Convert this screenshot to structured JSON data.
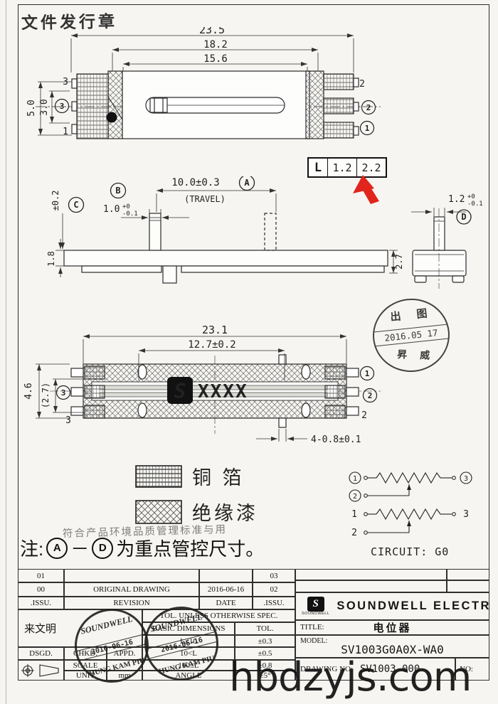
{
  "page": {
    "issue_stamp": "文件发行章",
    "watermark": "hbdzyjs.com"
  },
  "top_view": {
    "dim_overall": "23.5",
    "dim_mid": "18.2",
    "dim_inner": "15.6",
    "dim_height": "5.0",
    "dim_pin_pitch": "3.0",
    "pin_left_top": "3",
    "pin_left_mid": "3",
    "pin_left_bot": "1",
    "pin_right_top": "2",
    "pin_right_mid": "2",
    "pin_right_bot": "1"
  },
  "callout": {
    "c1": "L",
    "c2": "1.2",
    "c3": "2.2"
  },
  "front_view": {
    "mark_a": "A",
    "mark_b": "B",
    "mark_c": "C",
    "mark_d": "D",
    "dim_travel": "10.0±0.3",
    "travel_label": "(TRAVEL)",
    "dim_b": "1.0",
    "dim_b_tol_hi": "+0",
    "dim_b_tol_lo": "-0.1",
    "dim_c": "±0.2",
    "dim_body_h": "1.8",
    "dim_right_h": "2.7",
    "dim_d": "1.2",
    "dim_d_tol_hi": "+0",
    "dim_d_tol_lo": "-0.1"
  },
  "date_stamp": {
    "top": "出 图",
    "date": "2016.05 17",
    "bottom": "昇 威"
  },
  "bottom_view": {
    "dim_overall": "23.1",
    "dim_track": "12.7±0.2",
    "dim_height": "4.6",
    "dim_inner": "(2.7)",
    "dim_pins": "4-0.8±0.1",
    "pin_left_mid": "3",
    "pin_left_bot": "3",
    "pin_right_top": "1",
    "pin_right_mid": "2",
    "pin_right_bot": "2",
    "logo_text": "XXXX"
  },
  "legend": {
    "copper": "铜  箔",
    "insulation": "绝缘漆"
  },
  "notes": {
    "stamp_line": "符合产品环境品质管理标准与用",
    "note_prefix": "注: ",
    "note_a": "A",
    "note_dash": "－",
    "note_d": "D",
    "note_suffix": " 为重点管控尺寸。"
  },
  "circuit": {
    "caption": "CIRCUIT: G0",
    "r1_left": "1",
    "r1_wiper": "2",
    "r1_right": "3",
    "r2_left": "1",
    "r2_wiper": "2",
    "r2_right": "3"
  },
  "title_block": {
    "rev1_issu": "01",
    "rev1_rev": "",
    "rev1_date": "",
    "rev1_issu2": "03",
    "rev2_issu": "00",
    "rev2_rev": "ORIGINAL  DRAWING",
    "rev2_date": "2016-06-16",
    "rev2_issu2": "02",
    "rev3_issu": ".ISSU.",
    "rev3_rev": "REVISION",
    "rev3_date": "DATE",
    "rev3_issu2": ".ISSU.",
    "approver": "来文明",
    "tol_header": "TOL. UNLESS OTHERWISE SPEC.",
    "basic_dims": "BASIC DIMENSIONS",
    "tol": "TOL.",
    "tol_r1_l": "L≤10",
    "tol_r1_v": "±0.3",
    "tol_r2_l": "10<L",
    "tol_r2_v": "±0.5",
    "tol_r3_l": "100≤L",
    "tol_r3_v": "±0.8",
    "tol_r4_l": "ANGLE",
    "tol_r4_v": "±5°",
    "dsgd": "DSGD.",
    "chkd": "CHKD.",
    "appd": "APPD.",
    "scale": "SCALE",
    "unit": "UNIT",
    "unit_value": "mm",
    "logo_s": "S",
    "logo_name": "SOUNDWELL",
    "company": "SOUNDWELL ELECTRONICS",
    "title_label": "TITLE:",
    "title_value": "电位器",
    "model_label": "MODEL:",
    "model_value": "SV1003G0A0X-WA0",
    "drawing_label": "DRAWING NO:",
    "drawing_value": "SV1003-000",
    "no_label": "NO:",
    "stamp_company": "SOUNDWELL",
    "stamp_date": "2016-06-16",
    "stamp_name": "HUNG KAM PIU"
  }
}
